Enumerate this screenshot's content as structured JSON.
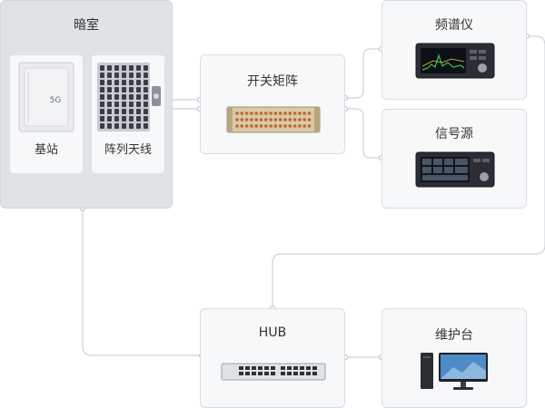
{
  "darkroom": {
    "title": "暗室"
  },
  "base_station": {
    "label": "基站",
    "badge": "5G"
  },
  "array_antenna": {
    "label": "阵列天线"
  },
  "switch_matrix": {
    "title": "开关矩阵"
  },
  "spectrum_analyzer": {
    "title": "频谱仪"
  },
  "signal_source": {
    "title": "信号源"
  },
  "hub": {
    "title": "HUB"
  },
  "maintenance": {
    "title": "维护台"
  }
}
